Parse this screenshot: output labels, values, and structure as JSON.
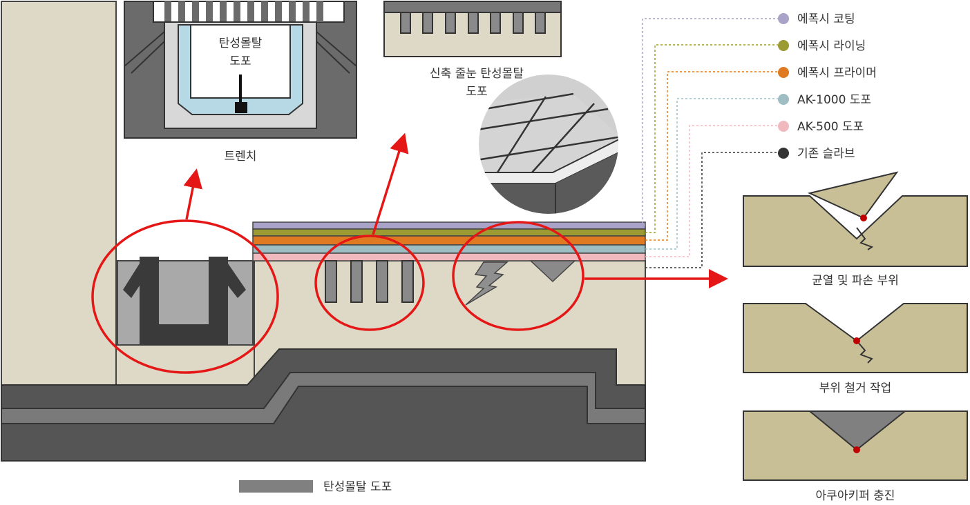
{
  "labels": {
    "trench": "트렌치",
    "trench_inner_line1": "탄성몰탈",
    "trench_inner_line2": "도포",
    "joint_line1": "신축 줄눈 탄성몰탈",
    "joint_line2": "도포",
    "step_crack": "균열 및 파손 부위",
    "step_remove": "부위 철거 작업",
    "step_fill": "아쿠아키퍼 충진",
    "bottom_legend": "탄성몰탈 도포"
  },
  "layers": [
    {
      "name": "에폭시 코팅",
      "color": "#a9a3c8"
    },
    {
      "name": "에폭시 라이닝",
      "color": "#9c9b33"
    },
    {
      "name": "에폭시 프라이머",
      "color": "#e07a22"
    },
    {
      "name": "AK-1000 도포",
      "color": "#9fbec4"
    },
    {
      "name": "AK-500 도포",
      "color": "#f0b9bd"
    },
    {
      "name": "기존 슬라브",
      "color": "#333333"
    }
  ],
  "colors": {
    "concrete": "#ded9c6",
    "repair_block": "#c9bf97",
    "dark_gray": "#555555",
    "mid_gray": "#7a7a7a",
    "light_gray": "#a9a9a9",
    "highlight": "#e51616",
    "water_blue": "#b7d9e6"
  }
}
